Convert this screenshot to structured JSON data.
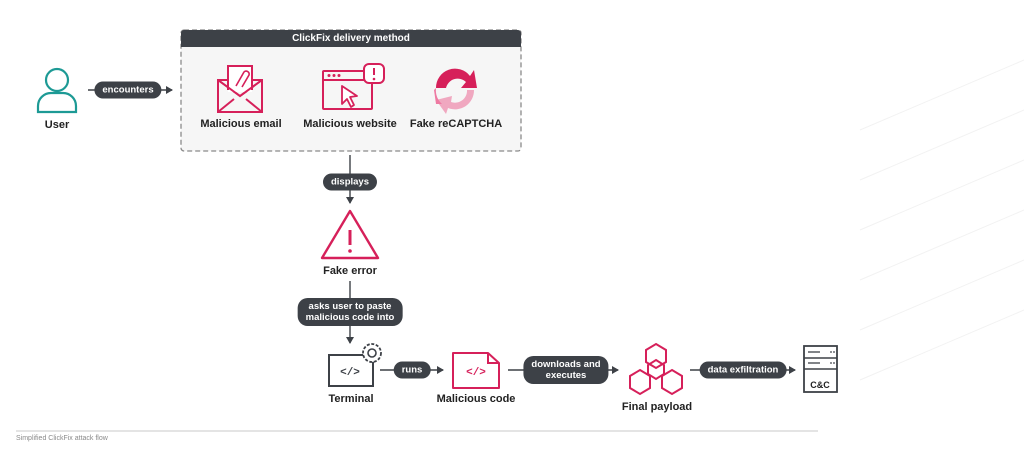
{
  "delivery_box": {
    "title": "ClickFix delivery method",
    "items": [
      {
        "label": "Malicious email",
        "icon": "envelope-paperclip-icon"
      },
      {
        "label": "Malicious website",
        "icon": "browser-cursor-alert-icon"
      },
      {
        "label": "Fake reCAPTCHA",
        "icon": "recaptcha-icon"
      }
    ]
  },
  "nodes": {
    "user": "User",
    "fake_error": "Fake error",
    "terminal": "Terminal",
    "malicious_code": "Malicious code",
    "final_payload": "Final payload",
    "cc": "C&C"
  },
  "edges": {
    "encounters": "encounters",
    "displays": "displays",
    "asks_line1": "asks user to paste",
    "asks_line2": "malicious code into",
    "runs": "runs",
    "downloads_line1": "downloads and",
    "downloads_line2": "executes",
    "exfil": "data exfiltration"
  },
  "caption": "Simplified ClickFix attack flow",
  "colors": {
    "accent": "#d6205a",
    "teal": "#1d9a95",
    "dark": "#3d4147",
    "pink_light": "#f0a8c0"
  }
}
